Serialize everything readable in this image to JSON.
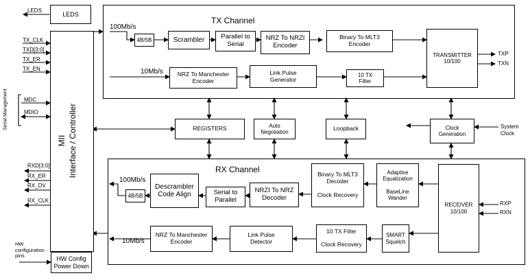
{
  "panels": {
    "tx_channel": "TX Channel",
    "rx_channel": "RX Channel"
  },
  "blocks": {
    "leds": "LEDS",
    "mii": "MII\nInterface / Controller",
    "hw_config": "HW Config\nPower Down",
    "tx_4b5b": "4B/5B",
    "scrambler": "Scrambler",
    "parallel_to_serial": "Parallel to\nSerial",
    "nrz_to_nrzi": "NRZ To NRZI\nEncoder",
    "binary_to_mlt3_tx": "Binary To MLT3\nEncoder",
    "transmitter": "TRANSMITTER\n10/100",
    "nrz_to_manchester_tx": "NRZ  To Manchester\nEncoder",
    "link_pulse_gen": "Link Pulse\nGenerator",
    "tx_filter": "10 TX\nFilter",
    "registers": "REGISTERS",
    "auto_negotiation": "Auto\nNegotiation",
    "loopback": "Loopback",
    "clock_generation": "Clock\nGeneration",
    "rx_4b5b": "4B/5B",
    "descrambler": "Descrambler\nCode Align",
    "serial_to_parallel": "Serial to\nParallel",
    "nrzi_to_nrz": "NRZI To NRZ\nDecoder",
    "binary_to_mlt3_rx": "Binary To MLT3\nDecoder\n\nClock Recovery",
    "adaptive_eq": "Adaptive\nEqualization\n\nBaseLine\nWander",
    "receiver": "RECEIVER\n10/100",
    "nrz_to_manchester_rx": "NRZ  To Manchester\nEncoder",
    "link_pulse_det": "Link Pulse\nDetector",
    "rx_filter": "10 TX Filter\n\nClock Recovery",
    "smart_squelch": "SMART\nSquelch"
  },
  "rates": {
    "tx_100": "100Mb/s",
    "tx_10": "10Mb/s",
    "rx_100": "100Mb/s",
    "rx_10": "10Mb/s"
  },
  "signals": {
    "leds": "LEDS",
    "tx_clk": "TX_CLK",
    "txd": "TXD[3:0]",
    "tx_er": "TX_ER",
    "tx_en": "TX_EN",
    "mdc": "MDC",
    "mdio": "MDIO",
    "serial_mgmt": "Serial Management",
    "rxd": "RXD[3:0]",
    "rx_er": "RX_ER",
    "rx_dv": "RX_DV",
    "rx_clk": "RX_CLK",
    "hw_pins": "HW\nconfiguration\npins",
    "txp": "TXP",
    "txn": "TXN",
    "system_clock": "System\nClock",
    "rxp": "RXP",
    "rxn": "RXN"
  }
}
